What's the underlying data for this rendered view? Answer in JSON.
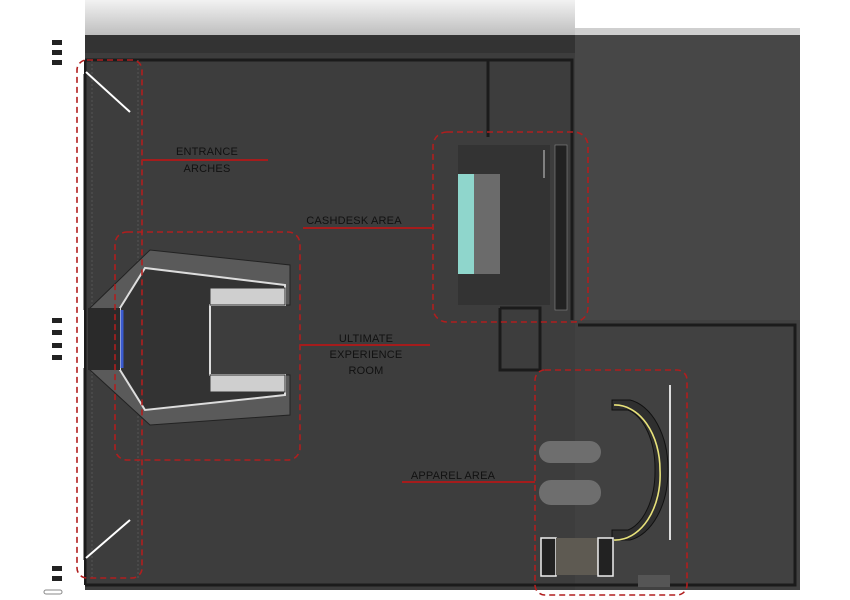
{
  "plan": {
    "labels": {
      "entrance": [
        "ENTRANCE",
        "ARCHES"
      ],
      "cashdesk": "CASHDESK AREA",
      "experience": [
        "ULTIMATE",
        "EXPERIENCE",
        "ROOM"
      ],
      "apparel": "APPAREL AREA"
    },
    "colors": {
      "floor": "#3d3d3d",
      "wall": "#1e1e1e",
      "zone_outline": "#b01e1e",
      "cashdesk_counter": "#8fd6cc",
      "display_track": "#e8e27a"
    }
  }
}
